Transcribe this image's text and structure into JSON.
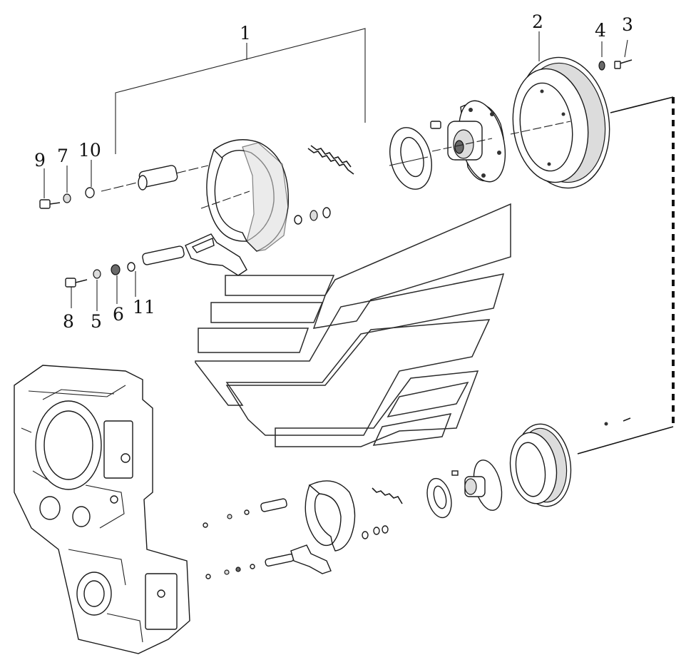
{
  "diagram": {
    "callouts": {
      "c1": "1",
      "c2": "2",
      "c3": "3",
      "c4": "4",
      "c5": "5",
      "c6": "6",
      "c7": "7",
      "c8": "8",
      "c9": "9",
      "c10": "10",
      "c11": "11"
    }
  },
  "colors": {
    "line": "#1a1a1a",
    "background": "#ffffff"
  }
}
